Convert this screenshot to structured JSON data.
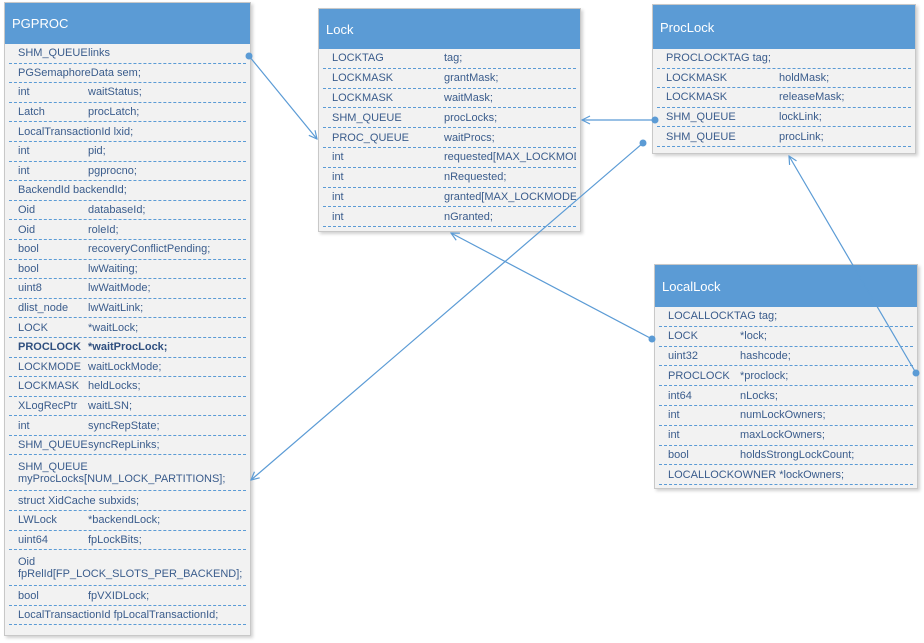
{
  "pgproc": {
    "title": "PGPROC",
    "rows": [
      {
        "a": "SHM_QUEUE",
        "b": "links"
      },
      {
        "a": "PGSemaphoreData sem;",
        "b": ""
      },
      {
        "a": "int",
        "b": "waitStatus;"
      },
      {
        "a": "Latch",
        "b": "procLatch;"
      },
      {
        "a": "LocalTransactionId lxid;",
        "b": ""
      },
      {
        "a": "int",
        "b": "pid;"
      },
      {
        "a": "int",
        "b": "pgprocno;"
      },
      {
        "a": "BackendId  backendId;",
        "b": ""
      },
      {
        "a": "Oid",
        "b": "databaseId;"
      },
      {
        "a": "Oid",
        "b": "roleId;"
      },
      {
        "a": "bool",
        "b": "recoveryConflictPending;"
      },
      {
        "a": "bool",
        "b": "lwWaiting;"
      },
      {
        "a": "uint8",
        "b": "lwWaitMode;"
      },
      {
        "a": "dlist_node",
        "b": "lwWaitLink;"
      },
      {
        "a": "LOCK",
        "b": "*waitLock;"
      },
      {
        "a": "PROCLOCK",
        "b": "*waitProcLock;"
      },
      {
        "a": "LOCKMODE",
        "b": "waitLockMode;"
      },
      {
        "a": "LOCKMASK",
        "b": "heldLocks;"
      },
      {
        "a": "XLogRecPtr",
        "b": "waitLSN;"
      },
      {
        "a": "int",
        "b": "syncRepState;"
      },
      {
        "a": "SHM_QUEUE",
        "b": "syncRepLinks;"
      },
      {
        "a": "SHM_QUEUE",
        "b": "myProcLocks[NUM_LOCK_PARTITIONS];"
      },
      {
        "a": "struct XidCache subxids;",
        "b": ""
      },
      {
        "a": "LWLock",
        "b": "*backendLock;"
      },
      {
        "a": "uint64",
        "b": "fpLockBits;"
      },
      {
        "a": "Oid",
        "b": "fpRelId[FP_LOCK_SLOTS_PER_BACKEND];"
      },
      {
        "a": "bool",
        "b": "fpVXIDLock;"
      },
      {
        "a": "LocalTransactionId fpLocalTransactionId;",
        "b": ""
      }
    ]
  },
  "lock": {
    "title": "Lock",
    "rows": [
      {
        "a": "LOCKTAG",
        "b": "tag;"
      },
      {
        "a": "LOCKMASK",
        "b": "grantMask;"
      },
      {
        "a": "LOCKMASK",
        "b": "waitMask;"
      },
      {
        "a": "SHM_QUEUE",
        "b": "procLocks;"
      },
      {
        "a": "PROC_QUEUE",
        "b": "waitProcs;"
      },
      {
        "a": "int",
        "b": "requested[MAX_LOCKMODES];"
      },
      {
        "a": "int",
        "b": "nRequested;"
      },
      {
        "a": "int",
        "b": "granted[MAX_LOCKMODES];"
      },
      {
        "a": "int",
        "b": "nGranted;"
      }
    ]
  },
  "proclock": {
    "title": "ProcLock",
    "rows": [
      {
        "a": "PROCLOCKTAG tag;",
        "b": ""
      },
      {
        "a": "LOCKMASK",
        "b": "holdMask;"
      },
      {
        "a": "LOCKMASK",
        "b": "releaseMask;"
      },
      {
        "a": "SHM_QUEUE",
        "b": "lockLink;"
      },
      {
        "a": "SHM_QUEUE",
        "b": "procLink;"
      }
    ]
  },
  "locallock": {
    "title": "LocalLock",
    "rows": [
      {
        "a": "LOCALLOCKTAG tag;",
        "b": ""
      },
      {
        "a": "LOCK",
        "b": "*lock;"
      },
      {
        "a": "uint32",
        "b": "hashcode;"
      },
      {
        "a": "PROCLOCK",
        "b": "*proclock;"
      },
      {
        "a": "int64",
        "b": "nLocks;"
      },
      {
        "a": "int",
        "b": "numLockOwners;"
      },
      {
        "a": "int",
        "b": "maxLockOwners;"
      },
      {
        "a": "bool",
        "b": "holdsStrongLockCount;"
      },
      {
        "a": "LOCALLOCKOWNER *lockOwners;",
        "b": ""
      }
    ]
  },
  "colors": {
    "header": "#5b9bd5",
    "body": "#f2f2f2",
    "text": "#3a5c8c",
    "edge": "#5b9bd5"
  }
}
